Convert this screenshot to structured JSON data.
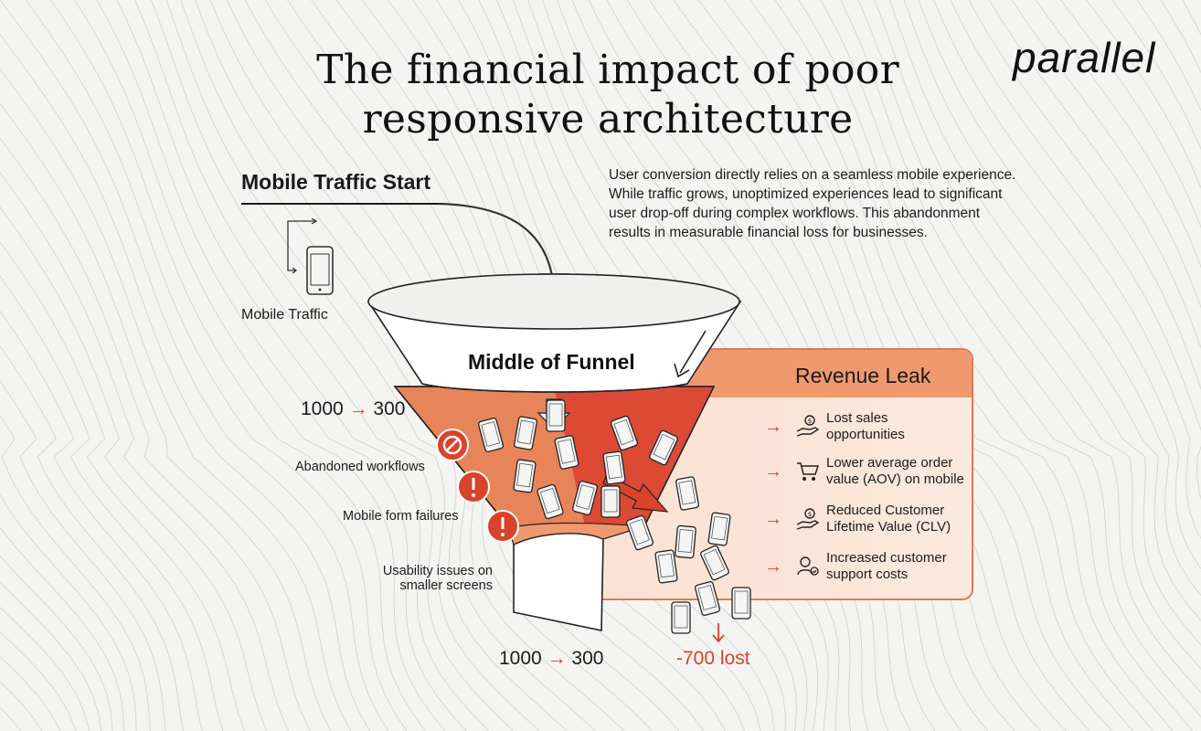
{
  "title_line1": "The financial impact of poor",
  "title_line2": "responsive architecture",
  "logo": "parallel",
  "start_label": "Mobile Traffic Start",
  "mobile_traffic_label": "Mobile Traffic",
  "description": "User conversion directly relies on a seamless mobile experience. While traffic grows, unoptimized experiences lead to significant user drop-off during complex workflows. This abandonment results in measurable financial loss for businesses.",
  "funnel_label": "Middle of Funnel",
  "upper_count": {
    "from": "1000",
    "to": "300"
  },
  "lower_count": {
    "from": "1000",
    "to": "300"
  },
  "lost_label": "-700 lost",
  "issues": [
    {
      "label": "Abandoned workflows",
      "icon": "no-entry-icon"
    },
    {
      "label": "Mobile form failures",
      "icon": "exclamation-icon"
    },
    {
      "label_line1": "Usability issues on",
      "label_line2": "smaller screens",
      "icon": "exclamation-icon"
    }
  ],
  "revenue_leak": {
    "title": "Revenue Leak",
    "items": [
      {
        "line1": "Lost sales",
        "line2": "opportunities",
        "icon": "hand-coin-icon"
      },
      {
        "line1": "Lower average order",
        "line2": "value (AOV) on mobile",
        "icon": "cart-icon"
      },
      {
        "line1": "Reduced Customer",
        "line2": "Lifetime Value (CLV)",
        "icon": "hand-coin-icon"
      },
      {
        "line1": "Increased customer",
        "line2": "support costs",
        "icon": "support-agent-icon"
      }
    ]
  },
  "colors": {
    "accent_red": "#d9432c",
    "funnel_orange": "#e8845a",
    "funnel_red": "#dc4a36",
    "leak_header": "#f0996e",
    "leak_bg": "#fbe1d2"
  }
}
